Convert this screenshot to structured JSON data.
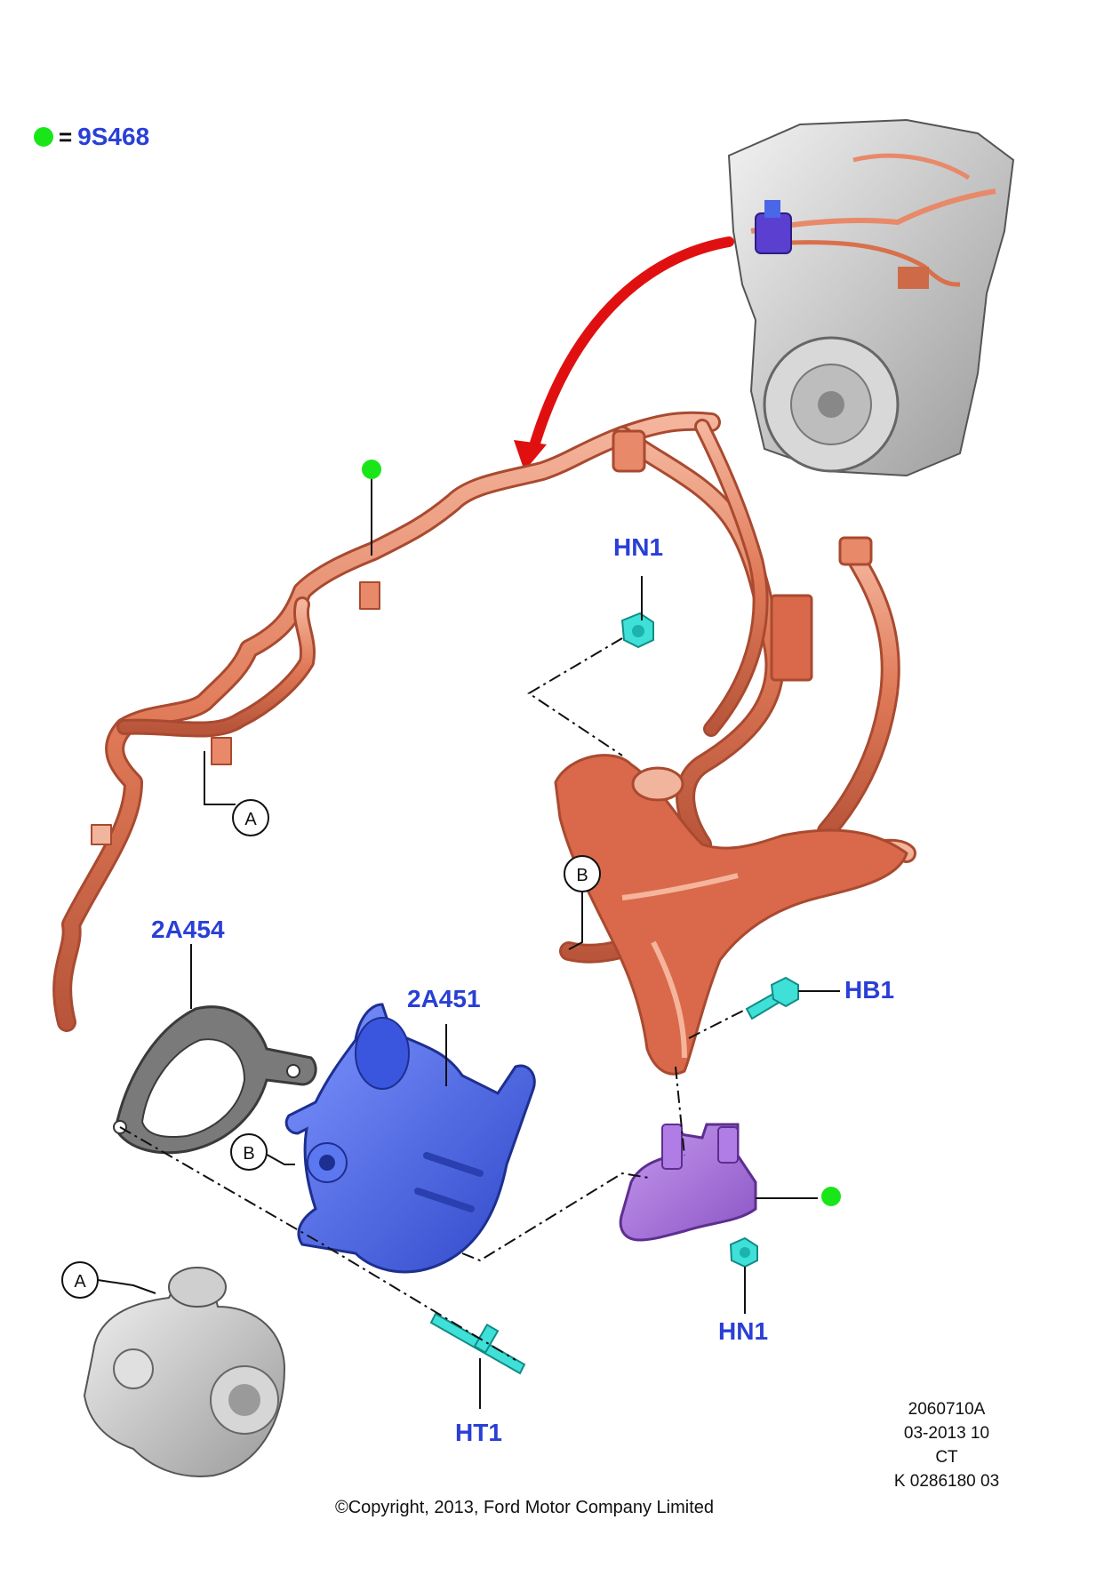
{
  "legend": {
    "symbol": "green-dot",
    "equals": "=",
    "code": "9S468",
    "dot_color": "#19e619"
  },
  "callouts": {
    "hn1_top": "HN1",
    "hn1_bottom": "HN1",
    "hb1": "HB1",
    "ht1": "HT1",
    "part_2a454": "2A454",
    "part_2a451": "2A451",
    "ref_a_top": "A",
    "ref_a_bottom": "A",
    "ref_b_top": "B",
    "ref_b_pump": "B"
  },
  "footer": {
    "illustration_number": "2060710A",
    "date_code": "03-2013 10",
    "region": "CT",
    "catalog_code": "K 0286180 03",
    "copyright": "©Copyright, 2013, Ford Motor Company Limited"
  },
  "colors": {
    "pipe": "#e8896a",
    "pipe_shade": "#b85a3c",
    "pump": "#4a67e8",
    "solenoid": "#a46fd6",
    "fastener": "#3fe0d8",
    "arrow": "#e01010",
    "label_blue": "#2a3fd6"
  }
}
